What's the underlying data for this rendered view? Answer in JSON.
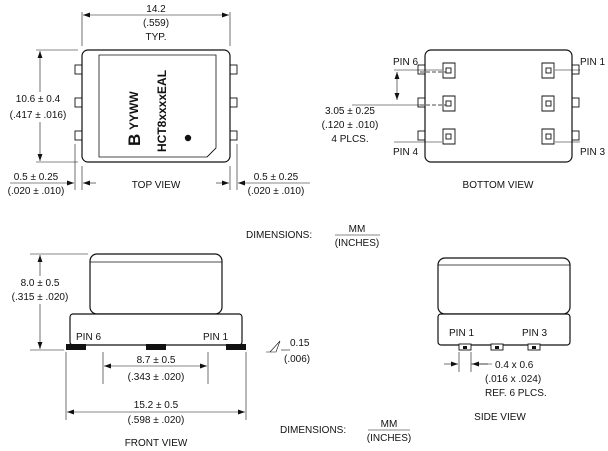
{
  "top_view": {
    "caption": "TOP VIEW",
    "width_dim": {
      "mm": "14.2",
      "inch": "(.559)",
      "note": "TYP."
    },
    "height_dim": {
      "mm": "10.6 ± 0.4",
      "inch": "(.417 ± .016)"
    },
    "left_lead_dim": {
      "mm": "0.5 ± 0.25",
      "inch": "(.020 ± .010)"
    },
    "right_lead_dim": {
      "mm": "0.5 ± 0.25",
      "inch": "(.020 ± .010)"
    },
    "marking": {
      "logo": "B",
      "date_code": "YYWW",
      "part_number": "HCT8xxxxEAL"
    }
  },
  "bottom_view": {
    "caption": "BOTTOM VIEW",
    "pin6": "PIN 6",
    "pin4": "PIN 4",
    "pin1": "PIN 1",
    "pin3": "PIN 3",
    "pitch_dim": {
      "mm": "3.05 ± 0.25",
      "inch": "(.120 ± .010)",
      "note": "4 PLCS."
    }
  },
  "dimensions_note_1": {
    "label": "DIMENSIONS:",
    "mm": "MM",
    "inch": "(INCHES)"
  },
  "front_view": {
    "caption": "FRONT VIEW",
    "pin6": "PIN 6",
    "pin1": "PIN 1",
    "height_dim": {
      "mm": "8.0 ± 0.5",
      "inch": "(.315 ± .020)"
    },
    "flatness_dim": {
      "mm": "0.15",
      "inch": "(.006)"
    },
    "pad_span_dim": {
      "mm": "8.7 ± 0.5",
      "inch": "(.343 ± .020)"
    },
    "length_dim": {
      "mm": "15.2 ± 0.5",
      "inch": "(.598 ± .020)"
    }
  },
  "side_view": {
    "caption": "SIDE VIEW",
    "pin1": "PIN 1",
    "pin3": "PIN 3",
    "lead_dim": {
      "mm": "0.4 x 0.6",
      "inch": "(.016 x .024)",
      "note": "REF. 6 PLCS."
    }
  },
  "dimensions_note_2": {
    "label": "DIMENSIONS:",
    "mm": "MM",
    "inch": "(INCHES)"
  }
}
